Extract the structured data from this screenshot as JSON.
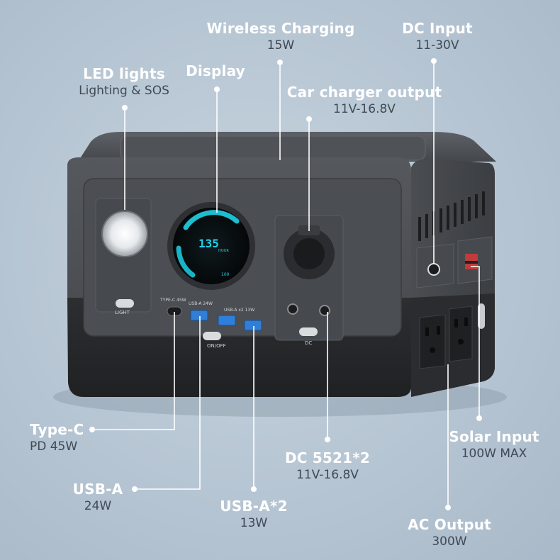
{
  "callouts": {
    "wireless": {
      "title": "Wireless Charging",
      "sub": "15W"
    },
    "dc_input": {
      "title": "DC Input",
      "sub": "11-30V"
    },
    "led": {
      "title": "LED lights",
      "sub": "Lighting & SOS"
    },
    "display": {
      "title": "Display",
      "sub": ""
    },
    "car": {
      "title": "Car charger output",
      "sub": "11V-16.8V"
    },
    "type_c": {
      "title": "Type-C",
      "sub": "PD 45W"
    },
    "usb_a": {
      "title": "USB-A",
      "sub": "24W"
    },
    "usb_a2": {
      "title": "USB-A*2",
      "sub": "13W"
    },
    "dc5521": {
      "title": "DC 5521*2",
      "sub": "11V-16.8V"
    },
    "solar": {
      "title": "Solar Input",
      "sub": "100W MAX"
    },
    "ac": {
      "title": "AC Output",
      "sub": "300W"
    }
  },
  "device": {
    "light_label": "LIGHT",
    "typec_label": "TYPE-C 45W",
    "usba24_label": "USB-A 24W",
    "usba13_label": "USB-A x2 13W",
    "onoff_label": "ON/OFF",
    "dc_label": "DC",
    "display_value": "135",
    "display_unit": "HOUR",
    "display_percent": "100"
  },
  "colors": {
    "body_dark": "#3b3d40",
    "body_mid": "#55585c",
    "accent_cyan": "#1fd1e6",
    "usb_blue": "#2f7fd8",
    "label_white": "#ffffff",
    "sub_gray": "#3f4a55"
  }
}
